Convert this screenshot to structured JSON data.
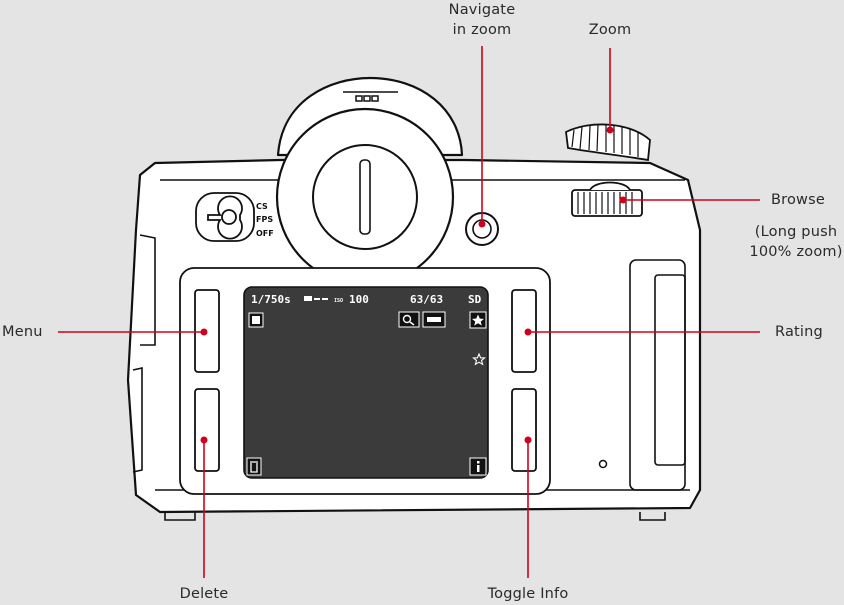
{
  "callouts": {
    "navigate": [
      "Navigate",
      "in zoom"
    ],
    "zoom": "Zoom",
    "browse": "Browse",
    "browse_note": [
      "(Long push",
      "100% zoom)"
    ],
    "menu": "Menu",
    "rating": "Rating",
    "delete": "Delete",
    "toggle_info": "Toggle Info"
  },
  "switch_labels": [
    "CS",
    "FPS",
    "OFF"
  ],
  "lcd": {
    "shutter": "1/750s",
    "iso_icon": "ISO",
    "iso": "100",
    "frame_count": "63/63",
    "storage": "SD",
    "zoom_icon": "zoom-magnifier-icon",
    "battery_icon": "battery-icon",
    "menu_icon": "menu-square-icon",
    "rating_icon": "star-filled-icon",
    "rating_value_icon": "star-outline-icon",
    "delete_icon": "trash-icon",
    "info_icon": "info-icon"
  },
  "colors": {
    "callout_line": "#d0021b",
    "background": "#e4e4e4",
    "screen": "#3b3b3b",
    "outline": "#111111"
  }
}
